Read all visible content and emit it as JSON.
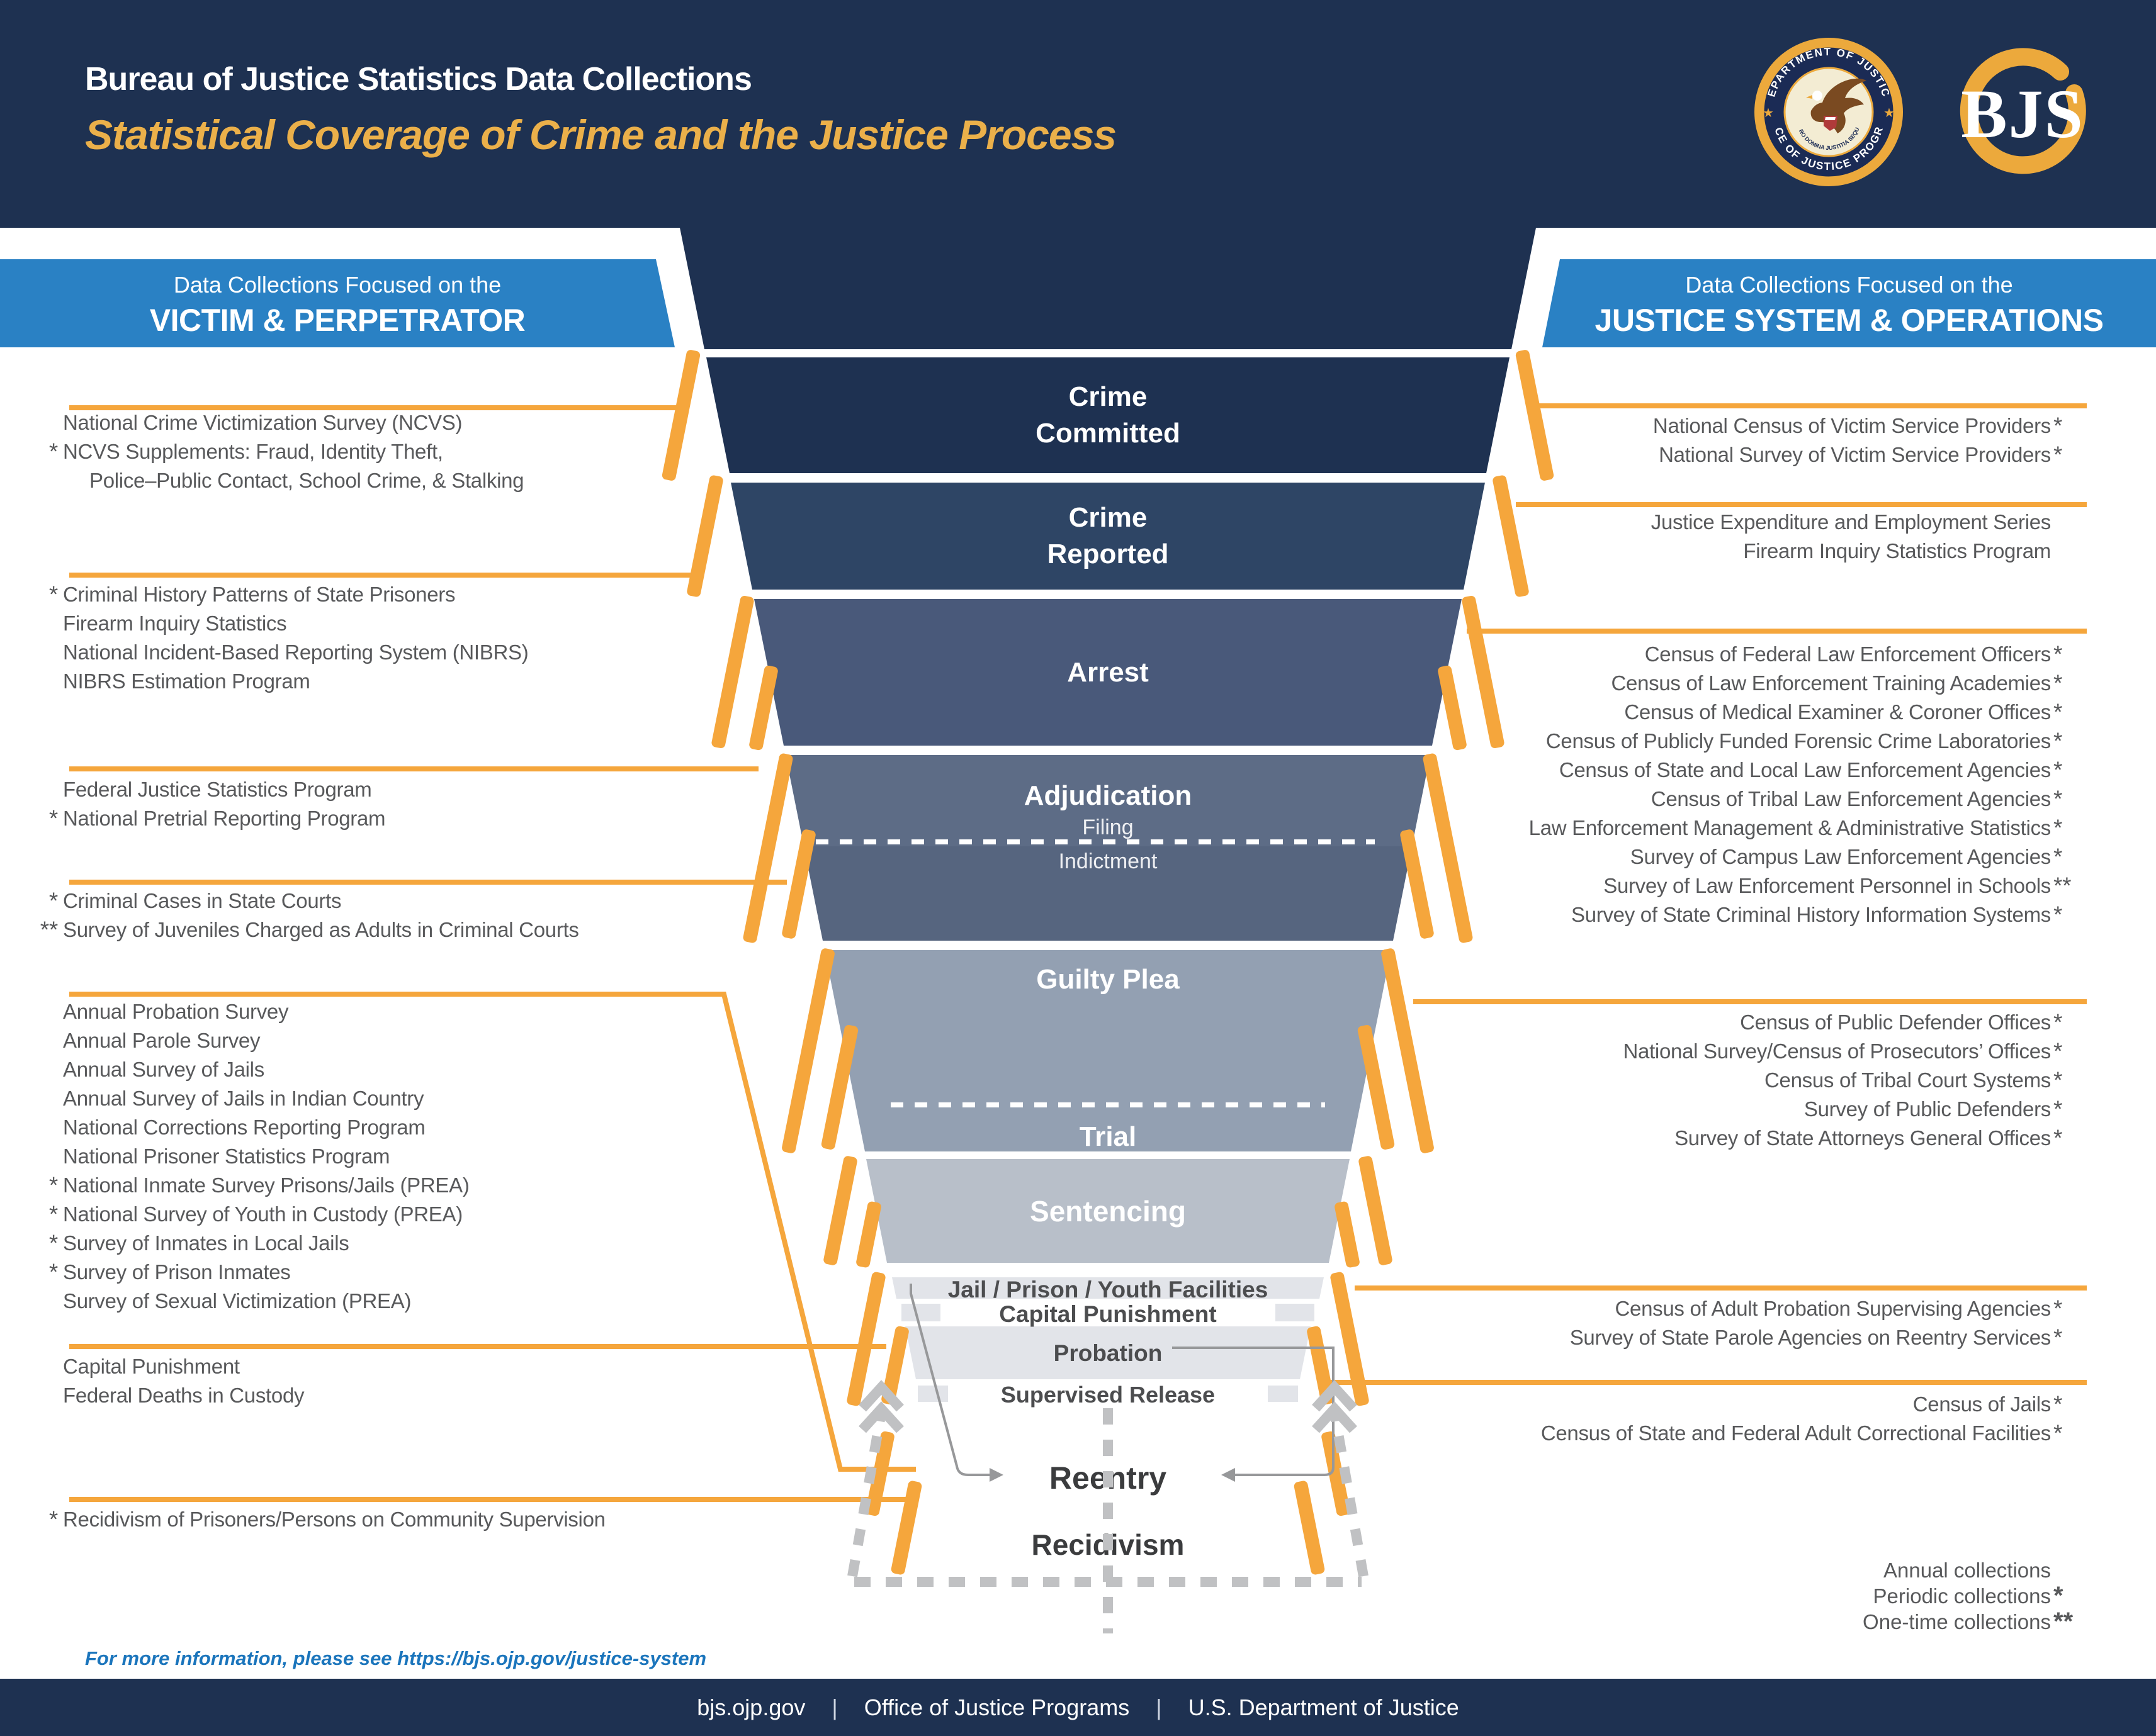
{
  "header": {
    "title": "Bureau of Justice Statistics Data Collections",
    "subtitle": "Statistical Coverage of Crime and the Justice Process",
    "bjs_text": "BJS",
    "seal": {
      "ring_top": "DEPARTMENT OF JUSTICE",
      "ring_bottom": "OFFICE OF JUSTICE PROGRAMS",
      "motto": "QUI PRO DOMINA JUSTITIA SEQUITUR"
    }
  },
  "banners": {
    "left": {
      "line1": "Data Collections Focused on the",
      "line2": "VICTIM & PERPETRATOR"
    },
    "right": {
      "line1": "Data Collections Focused on the",
      "line2": "JUSTICE SYSTEM & OPERATIONS"
    }
  },
  "funnel": {
    "stage_committed": "Crime\nCommitted",
    "stage_reported": "Crime\nReported",
    "stage_arrest": "Arrest",
    "stage_adjudication": "Adjudication",
    "filing": "Filing",
    "indictment": "Indictment",
    "guilty_plea": "Guilty Plea",
    "trial": "Trial",
    "sentencing": "Sentencing",
    "jail": "Jail / Prison / Youth Facilities",
    "capital": "Capital Punishment",
    "probation": "Probation",
    "supervised": "Supervised Release",
    "reentry": "Reentry",
    "recidivism": "Recidivism"
  },
  "left_groups": [
    {
      "items": [
        {
          "marker": "",
          "text": "National Crime Victimization Survey (NCVS)"
        },
        {
          "marker": "*",
          "text": "NCVS Supplements: Fraud, Identity Theft,"
        },
        {
          "marker": "",
          "text": "Police–Public Contact, School Crime, & Stalking"
        }
      ]
    },
    {
      "items": [
        {
          "marker": "*",
          "text": "Criminal History Patterns of State Prisoners"
        },
        {
          "marker": "",
          "text": "Firearm Inquiry Statistics"
        },
        {
          "marker": "",
          "text": "National Incident-Based Reporting System (NIBRS)"
        },
        {
          "marker": "",
          "text": "NIBRS Estimation Program"
        }
      ]
    },
    {
      "items": [
        {
          "marker": "",
          "text": "Federal Justice Statistics Program"
        },
        {
          "marker": "*",
          "text": "National Pretrial Reporting Program"
        }
      ]
    },
    {
      "items": [
        {
          "marker": "*",
          "text": "Criminal Cases in State Courts"
        },
        {
          "marker": "**",
          "text": "Survey of Juveniles Charged as Adults in Criminal Courts"
        }
      ]
    },
    {
      "items": [
        {
          "marker": "",
          "text": "Annual Probation Survey"
        },
        {
          "marker": "",
          "text": "Annual Parole Survey"
        },
        {
          "marker": "",
          "text": "Annual Survey of Jails"
        },
        {
          "marker": "",
          "text": "Annual Survey of Jails in Indian Country"
        },
        {
          "marker": "",
          "text": "National Corrections Reporting Program"
        },
        {
          "marker": "",
          "text": "National Prisoner Statistics Program"
        },
        {
          "marker": "*",
          "text": "National Inmate Survey Prisons/Jails (PREA)"
        },
        {
          "marker": "*",
          "text": "National Survey of Youth in Custody (PREA)"
        },
        {
          "marker": "*",
          "text": "Survey of Inmates in Local Jails"
        },
        {
          "marker": "*",
          "text": "Survey of Prison Inmates"
        },
        {
          "marker": "",
          "text": "Survey of Sexual Victimization (PREA)"
        }
      ]
    },
    {
      "items": [
        {
          "marker": "",
          "text": "Capital Punishment"
        },
        {
          "marker": "",
          "text": "Federal Deaths in Custody"
        }
      ]
    },
    {
      "items": [
        {
          "marker": "*",
          "text": "Recidivism of Prisoners/Persons on Community Supervision"
        }
      ]
    }
  ],
  "right_groups": [
    {
      "items": [
        {
          "marker": "*",
          "text": "National Census of Victim Service Providers"
        },
        {
          "marker": "*",
          "text": "National Survey of Victim Service Providers"
        }
      ]
    },
    {
      "items": [
        {
          "marker": "",
          "text": "Justice Expenditure and Employment Series"
        },
        {
          "marker": "",
          "text": "Firearm Inquiry Statistics Program"
        }
      ]
    },
    {
      "items": [
        {
          "marker": "*",
          "text": "Census of Federal Law Enforcement Officers"
        },
        {
          "marker": "*",
          "text": "Census of Law Enforcement Training Academies"
        },
        {
          "marker": "*",
          "text": "Census of Medical Examiner & Coroner Offices"
        },
        {
          "marker": "*",
          "text": "Census of Publicly Funded Forensic Crime Laboratories"
        },
        {
          "marker": "*",
          "text": "Census of State and Local Law Enforcement Agencies"
        },
        {
          "marker": "*",
          "text": "Census of Tribal Law Enforcement Agencies"
        },
        {
          "marker": "*",
          "text": "Law Enforcement Management & Administrative Statistics"
        },
        {
          "marker": "*",
          "text": "Survey of Campus Law Enforcement Agencies"
        },
        {
          "marker": "**",
          "text": "Survey of Law Enforcement Personnel in Schools"
        },
        {
          "marker": "*",
          "text": "Survey of State Criminal History Information Systems"
        }
      ]
    },
    {
      "items": [
        {
          "marker": "*",
          "text": "Census of Public Defender Offices"
        },
        {
          "marker": "*",
          "text": "National Survey/Census of Prosecutors’ Offices"
        },
        {
          "marker": "*",
          "text": "Census of Tribal Court Systems"
        },
        {
          "marker": "*",
          "text": "Survey of Public Defenders"
        },
        {
          "marker": "*",
          "text": "Survey of State Attorneys General Offices"
        }
      ]
    },
    {
      "items": [
        {
          "marker": "*",
          "text": "Census of Adult Probation Supervising Agencies"
        },
        {
          "marker": "*",
          "text": "Survey of State Parole Agencies on Reentry Services"
        }
      ]
    },
    {
      "items": [
        {
          "marker": "*",
          "text": "Census of Jails"
        },
        {
          "marker": "*",
          "text": "Census of State and Federal Adult Correctional Facilities"
        }
      ]
    }
  ],
  "legend": {
    "items": [
      {
        "marker": "",
        "text": "Annual collections"
      },
      {
        "marker": "*",
        "text": "Periodic collections"
      },
      {
        "marker": "**",
        "text": "One-time collections"
      }
    ]
  },
  "note": "For more information, please see https://bjs.ojp.gov/justice-system",
  "footer": {
    "separator": "|",
    "items": [
      "bjs.ojp.gov",
      "Office of Justice Programs",
      "U.S. Department of Justice"
    ]
  },
  "colors": {
    "navy": "#1E3151",
    "banner_blue": "#2A81C4",
    "orange": "#F5A63C",
    "list_gray": "#58595B",
    "link_blue": "#1B75BC"
  }
}
